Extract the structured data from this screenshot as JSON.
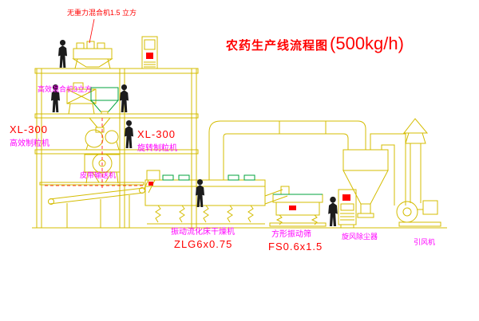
{
  "title": {
    "main": "农药生产线流程图",
    "capacity": "(500kg/h)"
  },
  "labels": {
    "top_mixer": "无重力混合机1.5 立方",
    "second_mixer": "高效混合机3立方",
    "granulator_left_model": "XL-300",
    "granulator_left_name": "高效制粒机",
    "granulator_mid_model": "XL-300",
    "granulator_mid_name": "旋转制粒机",
    "belt_conveyor": "皮带输送机",
    "dryer_name": "振动流化床干燥机",
    "dryer_model": "ZLG6x0.75",
    "sifter_name": "方形振动筛",
    "sifter_model": "FS0.6x1.5",
    "cyclone_name": "旋风除尘器",
    "fan_name": "引风机"
  },
  "colors": {
    "background": "#ffffff",
    "line_yellow": "#d4bc00",
    "accent_green": "#00a33e",
    "accent_red": "#ff0000",
    "label_magenta": "#ff00ff",
    "figure_black": "#1c1c1c"
  }
}
